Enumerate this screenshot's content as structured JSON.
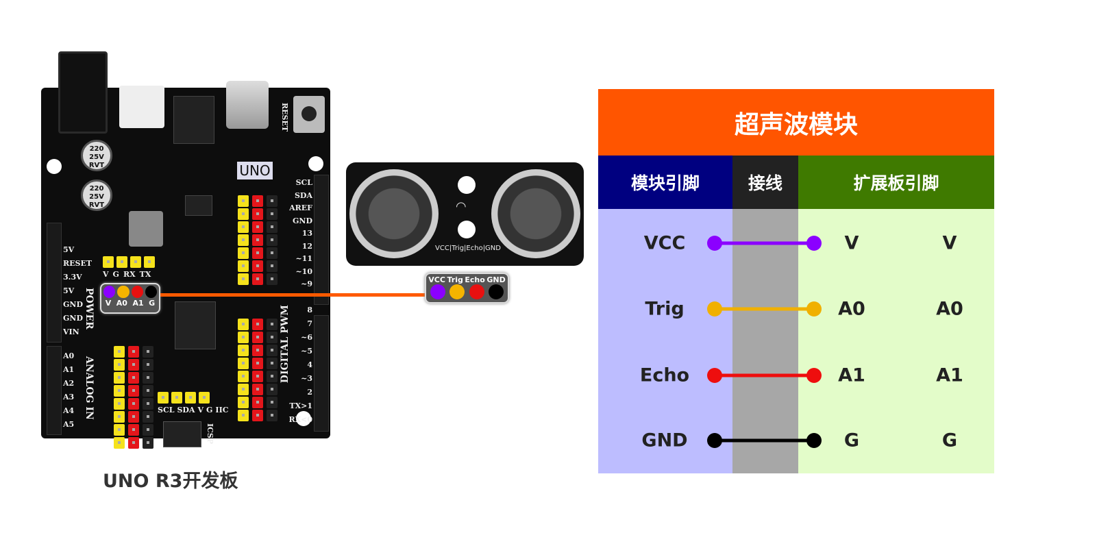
{
  "board": {
    "caption": "UNO R3开发板",
    "logo": "UNO",
    "power_label": "POWER",
    "analog_label": "ANALOG IN",
    "digital_label": "DIGITAL PWM",
    "reset_label": "RESET",
    "icsp_label": "ICSP",
    "power_pins": [
      "5V",
      "RESET",
      "3.3V",
      "5V",
      "GND",
      "GND",
      "VIN"
    ],
    "analog_pins": [
      "A0",
      "A1",
      "A2",
      "A3",
      "A4",
      "A5"
    ],
    "right_pins": [
      "SCL",
      "SDA",
      "AREF",
      "GND",
      "13",
      "12",
      "~11",
      "~10",
      "~9",
      "8",
      "7",
      "~6",
      "~5",
      "4",
      "~3",
      "2",
      "TX>1",
      "RX<0"
    ],
    "uart_header": [
      "V",
      "G",
      "RX",
      "TX"
    ],
    "iic_header": [
      "SCL",
      "SDA",
      "V",
      "G",
      "IIC"
    ],
    "sensor_port": {
      "pins": [
        "V",
        "A0",
        "A1",
        "G"
      ],
      "colors": [
        "#8B00FF",
        "#F5B400",
        "#E81010",
        "#000000"
      ]
    }
  },
  "sensor": {
    "pin_print": "VCC|Trig|Echo|GND",
    "port": {
      "pins": [
        "VCC",
        "Trig",
        "Echo",
        "GND"
      ]
    }
  },
  "wire_color": "#FF5A00",
  "table": {
    "title": "超声波模块",
    "headers": [
      "模块引脚",
      "接线",
      "扩展板引脚"
    ],
    "rows": [
      {
        "module": "VCC",
        "pin": "V",
        "pin2": "V",
        "color": "#8B00FF"
      },
      {
        "module": "Trig",
        "pin": "A0",
        "pin2": "A0",
        "color": "#F0B000"
      },
      {
        "module": "Echo",
        "pin": "A1",
        "pin2": "A1",
        "color": "#EE0E0E"
      },
      {
        "module": "GND",
        "pin": "G",
        "pin2": "G",
        "color": "#000000"
      }
    ]
  }
}
